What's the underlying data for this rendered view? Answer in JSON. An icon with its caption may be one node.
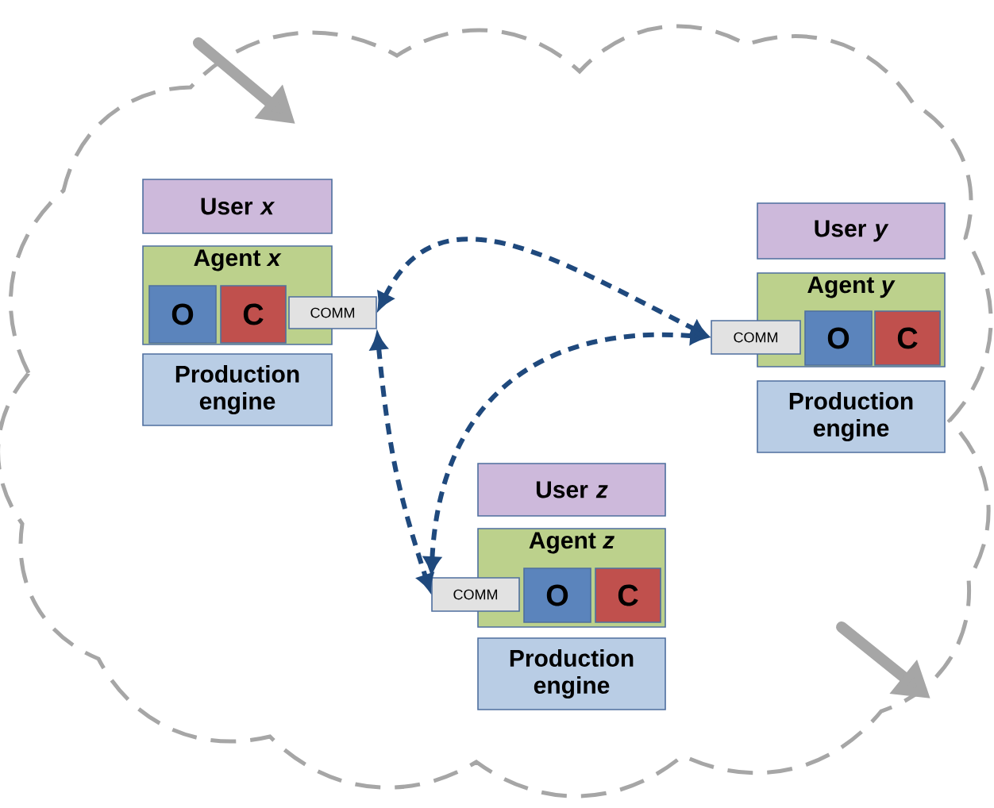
{
  "diagram": {
    "nodes": [
      {
        "text": [
          "User *x*"
        ]
      },
      {
        "text": [
          "Agent *x*"
        ]
      },
      {
        "text": [
          "O"
        ],
        "in": 1
      },
      {
        "text": [
          "C"
        ],
        "in": 1
      },
      {
        "text": [
          "COMM"
        ]
      },
      {
        "text": [
          "Production engine"
        ]
      },
      {
        "text": [
          "User *y*"
        ]
      },
      {
        "text": [
          "Agent *y*"
        ]
      },
      {
        "text": [
          "COMM"
        ]
      },
      {
        "text": [
          "O"
        ],
        "in": 7
      },
      {
        "text": [
          "C"
        ],
        "in": 7
      },
      {
        "text": [
          "Production engine"
        ]
      },
      {
        "text": [
          "User *z*"
        ]
      },
      {
        "text": [
          "Agent *z*"
        ]
      },
      {
        "text": [
          "COMM"
        ]
      },
      {
        "text": [
          "O"
        ],
        "in": 13
      },
      {
        "text": [
          "C"
        ],
        "in": 13
      },
      {
        "text": [
          "Production engine"
        ]
      }
    ],
    "edges": [
      {
        "from": 4,
        "to": 8,
        "arrow": "both",
        "style": "dashed"
      },
      {
        "from": 4,
        "to": 14,
        "arrow": "both",
        "style": "dashed"
      },
      {
        "from": 8,
        "to": 14,
        "arrow": "both",
        "style": "dashed"
      }
    ]
  }
}
